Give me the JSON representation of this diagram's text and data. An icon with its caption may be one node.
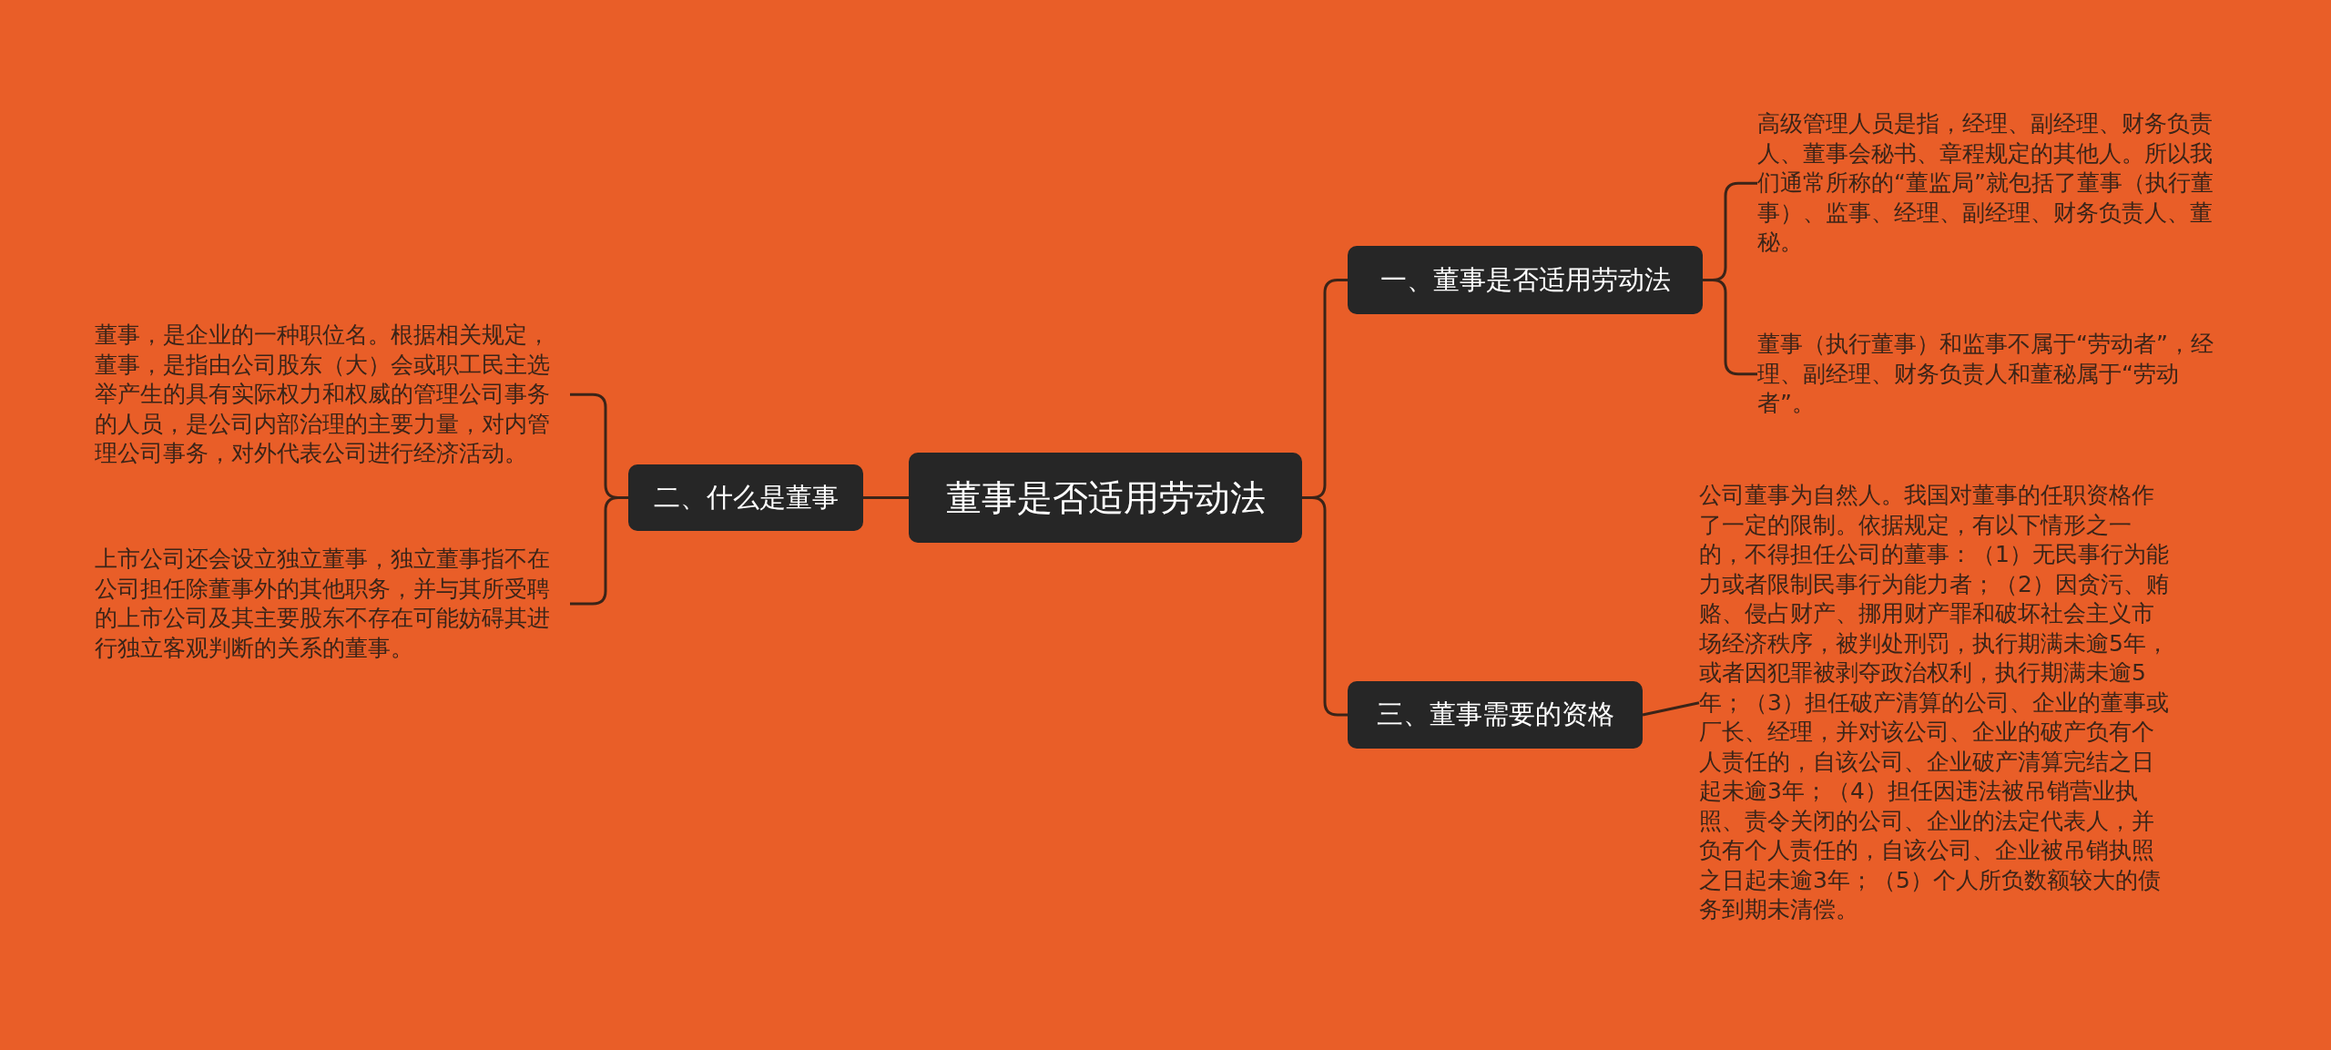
{
  "diagram": {
    "nodes": [
      {
        "text": [
          "董事是否适用劳动法"
        ]
      },
      {
        "text": [
          "一、董事是否适用劳动法"
        ]
      },
      {
        "text": [
          "高级管理人员是指，经理、副经理、财务负责人、董事会秘书、章程规定的其他人。所以我们通常所称的“董监局”就包括了董事（执行董事）、监事、经理、副经理、财务负责人、董秘。"
        ]
      },
      {
        "text": [
          "董事（执行董事）和监事不属于“劳动者”，经理、副经理、财务负责人和董秘属于“劳动者”。"
        ]
      },
      {
        "text": [
          "二、什么是董事"
        ]
      },
      {
        "text": [
          "董事，是企业的一种职位名。根据相关规定，董事，是指由公司股东（大）会或职工民主选举产生的具有实际权力和权威的管理公司事务的人员，是公司内部治理的主要力量，对内管理公司事务，对外代表公司进行经济活动。"
        ]
      },
      {
        "text": [
          "上市公司还会设立独立董事，独立董事指不在公司担任除董事外的其他职务，并与其所受聘的上市公司及其主要股东不存在可能妨碍其进行独立客观判断的关系的董事。"
        ]
      },
      {
        "text": [
          "三、董事需要的资格"
        ]
      },
      {
        "text": [
          "公司董事为自然人。我国对董事的任职资格作了一定的限制。依据规定，有以下情形之一的，不得担任公司的董事：（1）无民事行为能力或者限制民事行为能力者；（2）因贪污、贿赂、侵占财产、挪用财产罪和破坏社会主义市场经济秩序，被判处刑罚，执行期满未逾5年，或者因犯罪被剥夺政治权利，执行期满未逾5年；（3）担任破产清算的公司、企业的董事或厂长、经理，并对该公司、企业的破产负有个人责任的，自该公司、企业破产清算完结之日起未逾3年；（4）担任因违法被吊销营业执照、责令关闭的公司、企业的法定代表人，并负有个人责任的，自该公司、企业被吊销执照之日起未逾3年；（5）个人所负数额较大的债务到期未清偿。"
        ]
      }
    ],
    "edges": [
      {
        "from": 0,
        "to": 1,
        "arrow": "none"
      },
      {
        "from": 1,
        "to": 2,
        "arrow": "none"
      },
      {
        "from": 1,
        "to": 3,
        "arrow": "none"
      },
      {
        "from": 0,
        "to": 4,
        "arrow": "none"
      },
      {
        "from": 4,
        "to": 5,
        "arrow": "none"
      },
      {
        "from": 4,
        "to": 6,
        "arrow": "none"
      },
      {
        "from": 0,
        "to": 7,
        "arrow": "none"
      },
      {
        "from": 7,
        "to": 8,
        "arrow": "none"
      }
    ]
  }
}
